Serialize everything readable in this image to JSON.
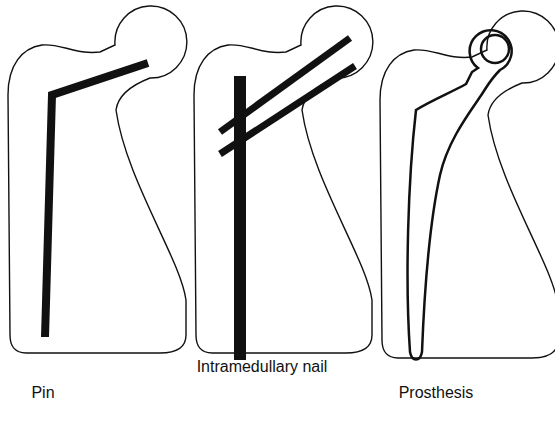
{
  "diagram": {
    "labels": [
      "Pin",
      "Intramedullary nail",
      "Prosthesis"
    ]
  }
}
